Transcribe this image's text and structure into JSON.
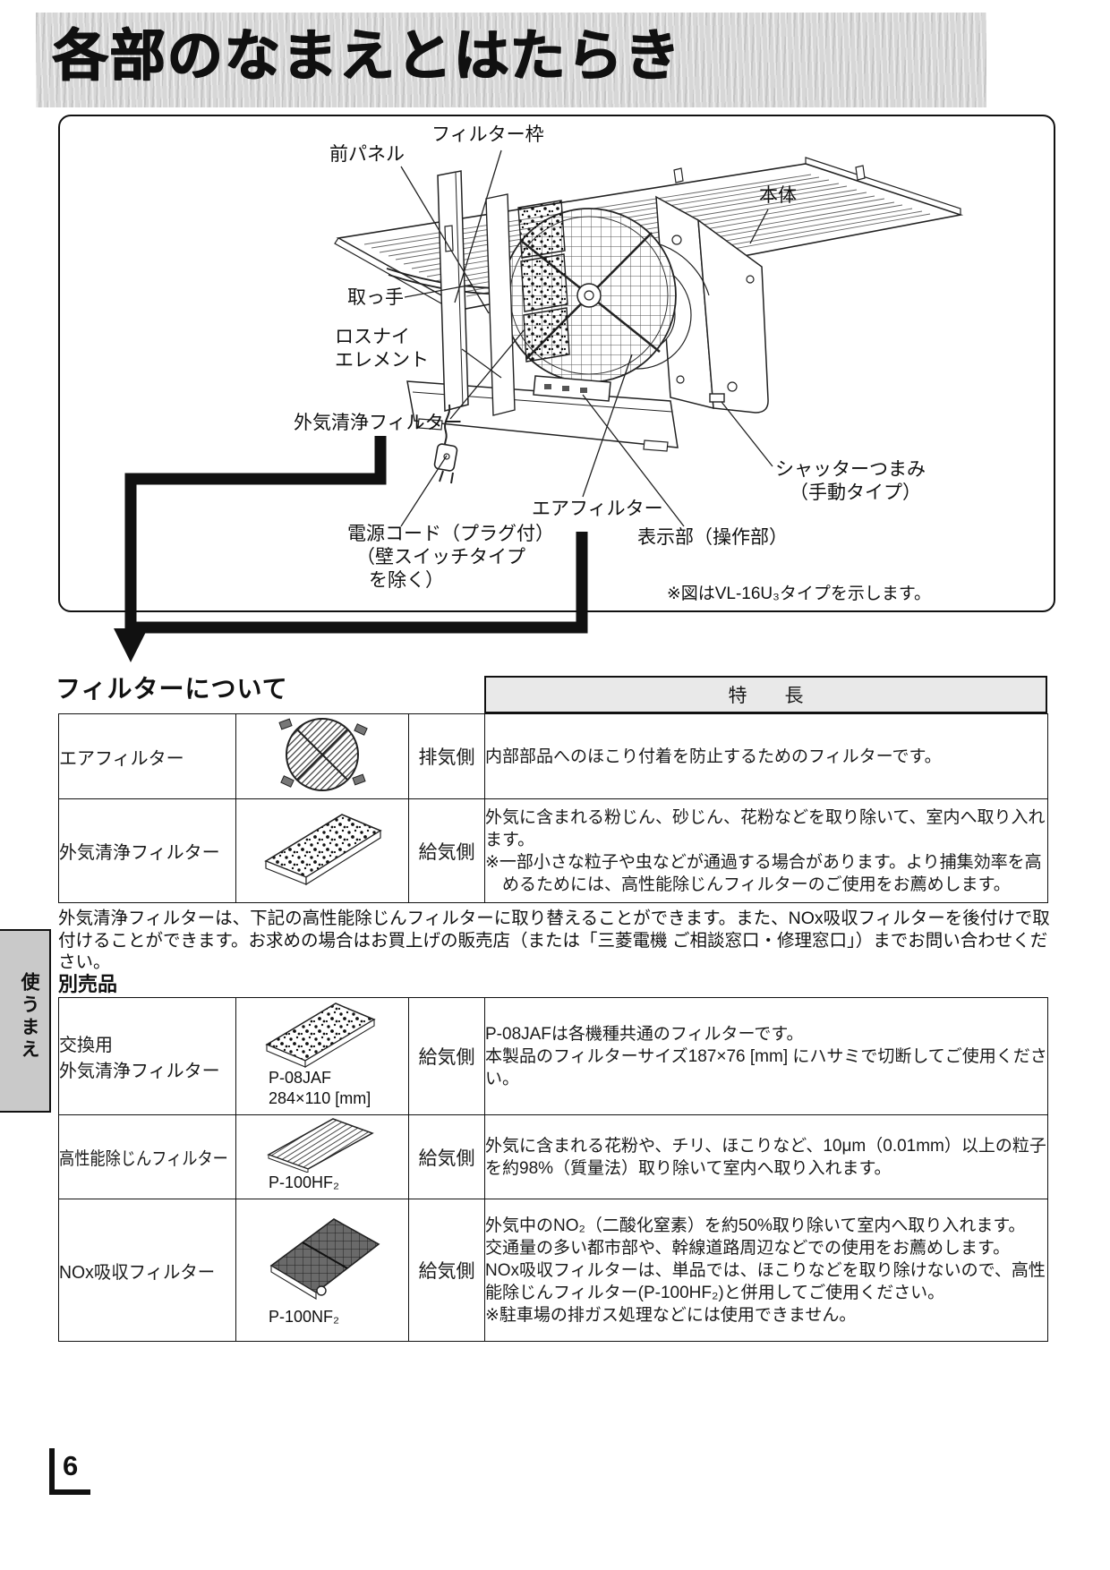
{
  "page": {
    "title": "各部のなまえとはたらき",
    "page_number": "6",
    "side_tab": "使うまえ"
  },
  "diagram": {
    "note": "※図はVL-16U₃タイプを示します。",
    "labels": {
      "front_panel": "前パネル",
      "filter_frame": "フィルター枠",
      "body": "本体",
      "handle": "取っ手",
      "lossnay_line1": "ロスナイ",
      "lossnay_line2": "エレメント",
      "outdoor_air_filter": "外気清浄フィルター",
      "air_filter": "エアフィルター",
      "power_cord_line1": "電源コード（プラグ付）",
      "power_cord_line2": "（壁スイッチタイプ",
      "power_cord_line3": "を除く）",
      "display_part": "表示部（操作部）",
      "shutter_line1": "シャッターつまみ",
      "shutter_line2": "（手動タイプ）"
    }
  },
  "filter_section": {
    "heading": "フィルターについて",
    "feature_header": "特　　長",
    "rows": [
      {
        "name": "エアフィルター",
        "side": "排気側",
        "desc1": "内部部品へのほこり付着を防止するためのフィルターです。"
      },
      {
        "name": "外気清浄フィルター",
        "side": "給気側",
        "desc1": "外気に含まれる粉じん、砂じん、花粉などを取り除いて、室内へ取り入れます。",
        "desc2": "※一部小さな粒子や虫などが通過する場合があります。より捕集効率を高めるためには、高性能除じんフィルターのご使用をお薦めします。"
      }
    ]
  },
  "middle_paragraph": "外気清浄フィルターは、下記の高性能除じんフィルターに取り替えることができます。また、NOx吸収フィルターを後付けで取付けることができます。お求めの場合はお買上げの販売店（または「三菱電機 ご相談窓口・修理窓口」）までお問い合わせください。",
  "optional_section": {
    "heading": "別売品",
    "rows": [
      {
        "name_line1": "交換用",
        "name_line2": "外気清浄フィルター",
        "model": "P-08JAF",
        "size": "284×110 [mm]",
        "side": "給気側",
        "desc1": "P-08JAFは各機種共通のフィルターです。",
        "desc2": "本製品のフィルターサイズ187×76 [mm] にハサミで切断してご使用ください。"
      },
      {
        "name_line1": "高性能除じんフィルター",
        "model": "P-100HF₂",
        "side": "給気側",
        "desc1": "外気に含まれる花粉や、チリ、ほこりなど、10μm（0.01mm）以上の粒子を約98%（質量法）取り除いて室内へ取り入れます。"
      },
      {
        "name_line1": "NOx吸収フィルター",
        "model": "P-100NF₂",
        "side": "給気側",
        "desc1": "外気中のNO₂（二酸化窒素）を約50%取り除いて室内へ取り入れます。",
        "desc2": "交通量の多い都市部や、幹線道路周辺などでの使用をお薦めします。",
        "desc3": "NOx吸収フィルターは、単品では、ほこりなどを取り除けないので、高性能除じんフィルター(P-100HF₂)と併用してご使用ください。",
        "desc4": "※駐車場の排ガス処理などには使用できません。"
      }
    ]
  },
  "colors": {
    "banner_bg": "#d7d7d7",
    "feature_header_bg": "#e9e9e9",
    "side_tab_bg": "#c9c9c9",
    "ink": "#111111"
  }
}
